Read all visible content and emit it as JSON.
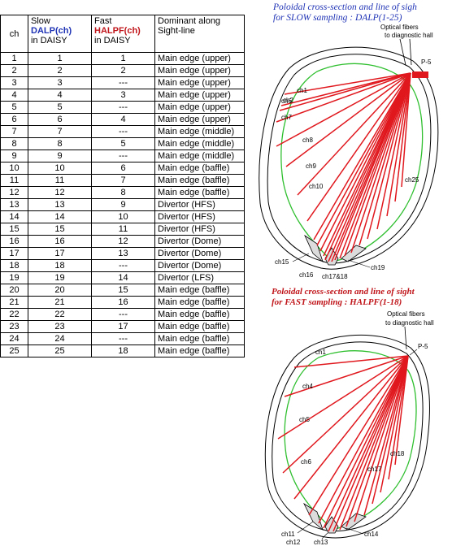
{
  "table": {
    "headers": {
      "ch": "ch",
      "slow_line1": "Slow",
      "slow_name": "DALP(ch)",
      "slow_line3": "in DAISY",
      "fast_line1": "Fast",
      "fast_name": "HALPF(ch)",
      "fast_line3": "in DAISY",
      "dominant_line1": "Dominant along",
      "dominant_line2": "Sight-line"
    },
    "rows": [
      {
        "ch": "1",
        "slow": "1",
        "fast": "1",
        "dominant": "Main edge (upper)"
      },
      {
        "ch": "2",
        "slow": "2",
        "fast": "2",
        "dominant": "Main edge (upper)"
      },
      {
        "ch": "3",
        "slow": "3",
        "fast": "---",
        "dominant": "Main edge (upper)"
      },
      {
        "ch": "4",
        "slow": "4",
        "fast": "3",
        "dominant": "Main edge (upper)"
      },
      {
        "ch": "5",
        "slow": "5",
        "fast": "---",
        "dominant": "Main edge (upper)"
      },
      {
        "ch": "6",
        "slow": "6",
        "fast": "4",
        "dominant": "Main edge (upper)"
      },
      {
        "ch": "7",
        "slow": "7",
        "fast": "---",
        "dominant": "Main edge (middle)"
      },
      {
        "ch": "8",
        "slow": "8",
        "fast": "5",
        "dominant": "Main edge (middle)"
      },
      {
        "ch": "9",
        "slow": "9",
        "fast": "---",
        "dominant": "Main edge (middle)"
      },
      {
        "ch": "10",
        "slow": "10",
        "fast": "6",
        "dominant": "Main edge (baffle)"
      },
      {
        "ch": "11",
        "slow": "11",
        "fast": "7",
        "dominant": "Main edge (baffle)"
      },
      {
        "ch": "12",
        "slow": "12",
        "fast": "8",
        "dominant": "Main edge (baffle)"
      },
      {
        "ch": "13",
        "slow": "13",
        "fast": "9",
        "dominant": "Divertor (HFS)"
      },
      {
        "ch": "14",
        "slow": "14",
        "fast": "10",
        "dominant": "Divertor (HFS)"
      },
      {
        "ch": "15",
        "slow": "15",
        "fast": "11",
        "dominant": "Divertor (HFS)"
      },
      {
        "ch": "16",
        "slow": "16",
        "fast": "12",
        "dominant": "Divertor (Dome)"
      },
      {
        "ch": "17",
        "slow": "17",
        "fast": "13",
        "dominant": "Divertor (Dome)"
      },
      {
        "ch": "18",
        "slow": "18",
        "fast": "---",
        "dominant": "Divertor (Dome)"
      },
      {
        "ch": "19",
        "slow": "19",
        "fast": "14",
        "dominant": "Divertor (LFS)"
      },
      {
        "ch": "20",
        "slow": "20",
        "fast": "15",
        "dominant": "Main edge (baffle)"
      },
      {
        "ch": "21",
        "slow": "21",
        "fast": "16",
        "dominant": "Main edge (baffle)"
      },
      {
        "ch": "22",
        "slow": "22",
        "fast": "---",
        "dominant": "Main edge (baffle)"
      },
      {
        "ch": "23",
        "slow": "23",
        "fast": "17",
        "dominant": "Main edge (baffle)"
      },
      {
        "ch": "24",
        "slow": "24",
        "fast": "---",
        "dominant": "Main edge (baffle)"
      },
      {
        "ch": "25",
        "slow": "25",
        "fast": "18",
        "dominant": "Main edge (baffle)"
      }
    ]
  },
  "slow_diagram": {
    "title_line1": "Poloidal cross-section and line of sigh",
    "title_line2": "for SLOW sampling : DALP(1-25)",
    "fibers_line1": "Optical fibers",
    "fibers_line2": "to diagnostic hall",
    "port": "P-5",
    "labels": [
      "ch1",
      "ch2",
      "ch6",
      "ch7",
      "ch8",
      "ch9",
      "ch10",
      "ch25",
      "ch15",
      "ch16",
      "ch17&18",
      "ch19"
    ],
    "line_count": 25
  },
  "fast_diagram": {
    "title_line1": "Poloidal cross-section and line of sight",
    "title_line2": "for FAST sampling : HALPF(1-18)",
    "fibers_line1": "Optical fibers",
    "fibers_line2": "to diagnostic hall",
    "port": "P-5",
    "labels": [
      "ch1",
      "ch4",
      "ch5",
      "ch6",
      "ch18",
      "ch17",
      "ch11",
      "ch12",
      "ch13",
      "ch14"
    ],
    "line_count": 18
  },
  "colors": {
    "sightline": "#e0181e",
    "separatrix": "#2fbf2f",
    "slow_title": "#1f33b5",
    "fast_title": "#c0161b",
    "slow_name": "#1f33b5",
    "fast_name": "#c0161b"
  }
}
